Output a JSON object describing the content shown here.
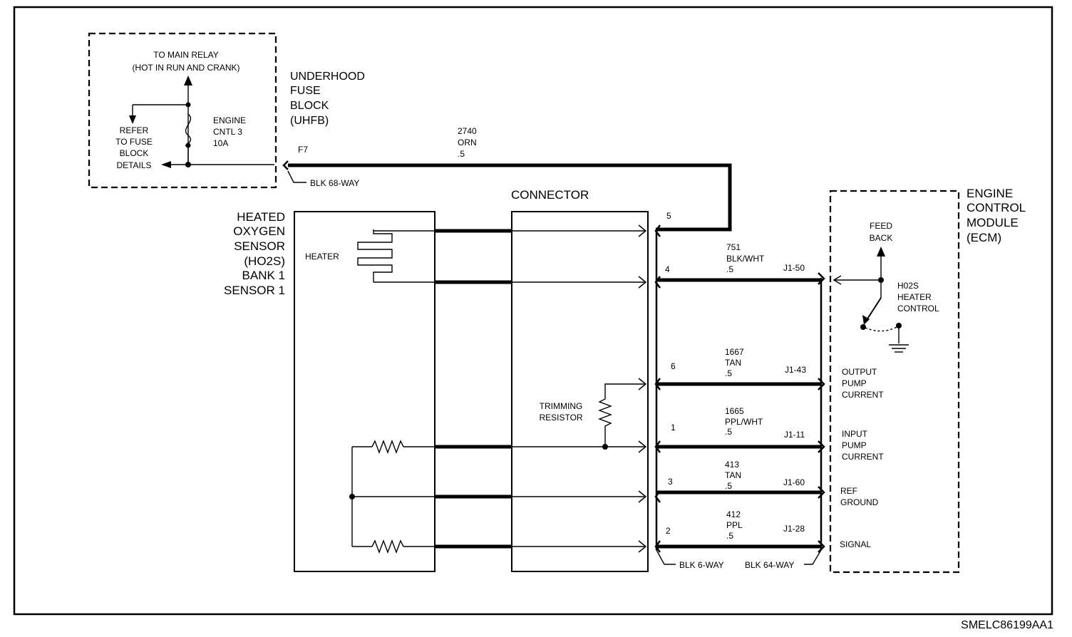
{
  "fuse_block": {
    "to_main_relay": [
      "TO MAIN RELAY",
      "(HOT IN RUN AND CRANK)"
    ],
    "refer": [
      "REFER",
      "TO FUSE",
      "BLOCK",
      "DETAILS"
    ],
    "fuse": [
      "ENGINE",
      "CNTL 3",
      "10A"
    ],
    "title": [
      "UNDERHOOD",
      "FUSE",
      "BLOCK",
      "(UHFB)"
    ],
    "cavity": "F7",
    "connector": "BLK 68-WAY"
  },
  "feed_wire": [
    "2740",
    "ORN",
    ".5"
  ],
  "connector_title": "CONNECTOR",
  "sensor": {
    "title": [
      "HEATED",
      "OXYGEN",
      "SENSOR",
      "(HO2S)",
      "BANK 1",
      "SENSOR 1"
    ],
    "heater": "HEATER",
    "trimming": [
      "TRIMMING",
      "RESISTOR"
    ]
  },
  "pins": [
    {
      "pin": "5",
      "wire": [],
      "ecm": ""
    },
    {
      "pin": "4",
      "wire": [
        "751",
        "BLK/WHT",
        ".5"
      ],
      "ecm": "J1-50"
    },
    {
      "pin": "6",
      "wire": [
        "1667",
        "TAN",
        ".5"
      ],
      "ecm": "J1-43"
    },
    {
      "pin": "1",
      "wire": [
        "1665",
        "PPL/WHT",
        ".5"
      ],
      "ecm": "J1-11"
    },
    {
      "pin": "3",
      "wire": [
        "413",
        "TAN",
        ".5"
      ],
      "ecm": "J1-60"
    },
    {
      "pin": "2",
      "wire": [
        "412",
        "PPL",
        ".5"
      ],
      "ecm": "J1-28"
    }
  ],
  "ecm": {
    "title": [
      "ENGINE",
      "CONTROL",
      "MODULE",
      "(ECM)"
    ],
    "feedback": [
      "FEED",
      "BACK"
    ],
    "heater_control": [
      "H02S",
      "HEATER",
      "CONTROL"
    ],
    "signals": [
      [
        "OUTPUT",
        "PUMP",
        "CURRENT"
      ],
      [
        "INPUT",
        "PUMP",
        "CURRENT"
      ],
      [
        "REF",
        "GROUND"
      ],
      [
        "SIGNAL"
      ]
    ]
  },
  "bottom_connectors": [
    "BLK 6-WAY",
    "BLK 64-WAY"
  ],
  "figure_code": "SMELC86199AA1"
}
